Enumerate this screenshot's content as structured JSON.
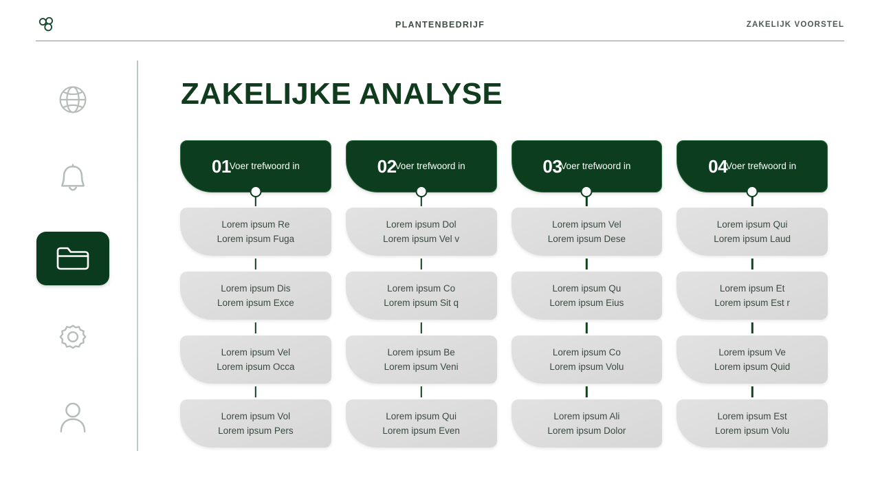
{
  "header": {
    "logo_icon": "three-circles-logo",
    "center_title": "PLANTENBEDRIJF",
    "right_label": "ZAKELIJK VOORSTEL"
  },
  "sidebar": {
    "items": [
      {
        "icon": "globe-icon",
        "name": "globe",
        "active": false
      },
      {
        "icon": "bell-icon",
        "name": "notifications",
        "active": false
      },
      {
        "icon": "folder-icon",
        "name": "files",
        "active": true
      },
      {
        "icon": "gear-icon",
        "name": "settings",
        "active": false
      },
      {
        "icon": "user-icon",
        "name": "profile",
        "active": false
      }
    ]
  },
  "main": {
    "title": "ZAKELIJKE ANALYSE",
    "columns": [
      {
        "number": "01",
        "keyword": "Voer trefwoord in",
        "items": [
          {
            "line1": "Lorem ipsum Re",
            "line2": "Lorem ipsum Fuga"
          },
          {
            "line1": "Lorem ipsum Dis",
            "line2": "Lorem ipsum Exce"
          },
          {
            "line1": "Lorem ipsum Vel",
            "line2": "Lorem ipsum Occa"
          },
          {
            "line1": "Lorem ipsum Vol",
            "line2": "Lorem ipsum Pers"
          }
        ]
      },
      {
        "number": "02",
        "keyword": "Voer trefwoord in",
        "items": [
          {
            "line1": "Lorem ipsum Dol",
            "line2": "Lorem ipsum Vel v"
          },
          {
            "line1": "Lorem ipsum Co",
            "line2": "Lorem ipsum Sit q"
          },
          {
            "line1": "Lorem ipsum Be",
            "line2": "Lorem ipsum Veni"
          },
          {
            "line1": "Lorem ipsum Qui",
            "line2": "Lorem ipsum Even"
          }
        ]
      },
      {
        "number": "03",
        "keyword": "Voer trefwoord in",
        "items": [
          {
            "line1": "Lorem ipsum Vel",
            "line2": "Lorem ipsum Dese"
          },
          {
            "line1": "Lorem ipsum Qu",
            "line2": "Lorem ipsum Eius"
          },
          {
            "line1": "Lorem ipsum Co",
            "line2": "Lorem ipsum Volu"
          },
          {
            "line1": "Lorem ipsum Ali",
            "line2": "Lorem ipsum Dolor"
          }
        ]
      },
      {
        "number": "04",
        "keyword": "Voer trefwoord in",
        "items": [
          {
            "line1": "Lorem ipsum Qui",
            "line2": "Lorem ipsum Laud"
          },
          {
            "line1": "Lorem ipsum Et",
            "line2": "Lorem ipsum Est r"
          },
          {
            "line1": "Lorem ipsum Ve",
            "line2": "Lorem ipsum Quid"
          },
          {
            "line1": "Lorem ipsum Est",
            "line2": "Lorem ipsum Volu"
          }
        ]
      }
    ]
  },
  "colors": {
    "brand_green": "#0c3d1f",
    "title_green": "#103b1d",
    "card_gray": "#dedede",
    "icon_gray": "#b6bcb8"
  }
}
